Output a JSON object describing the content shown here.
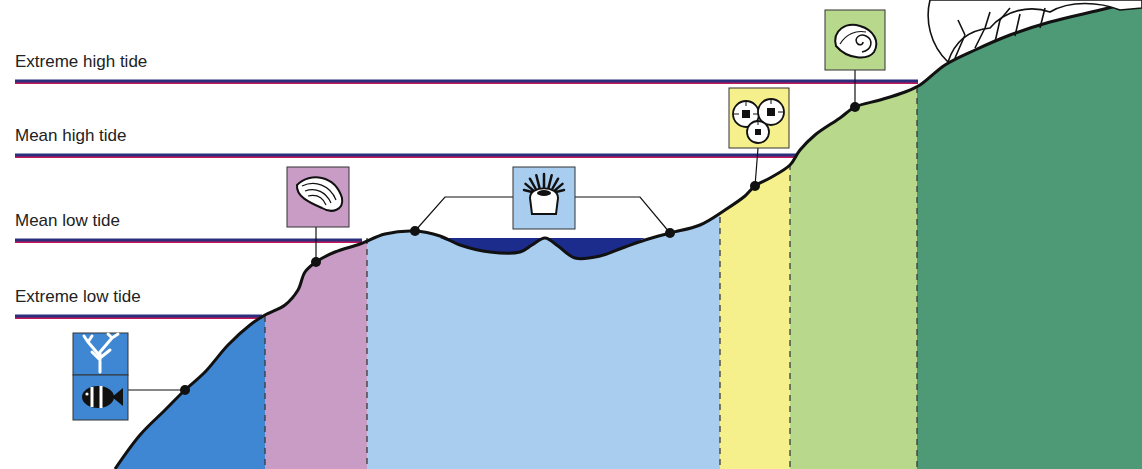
{
  "diagram": {
    "labels": [
      "Extreme high tide",
      "Mean high tide",
      "Mean low tide",
      "Extreme low tide"
    ]
  }
}
